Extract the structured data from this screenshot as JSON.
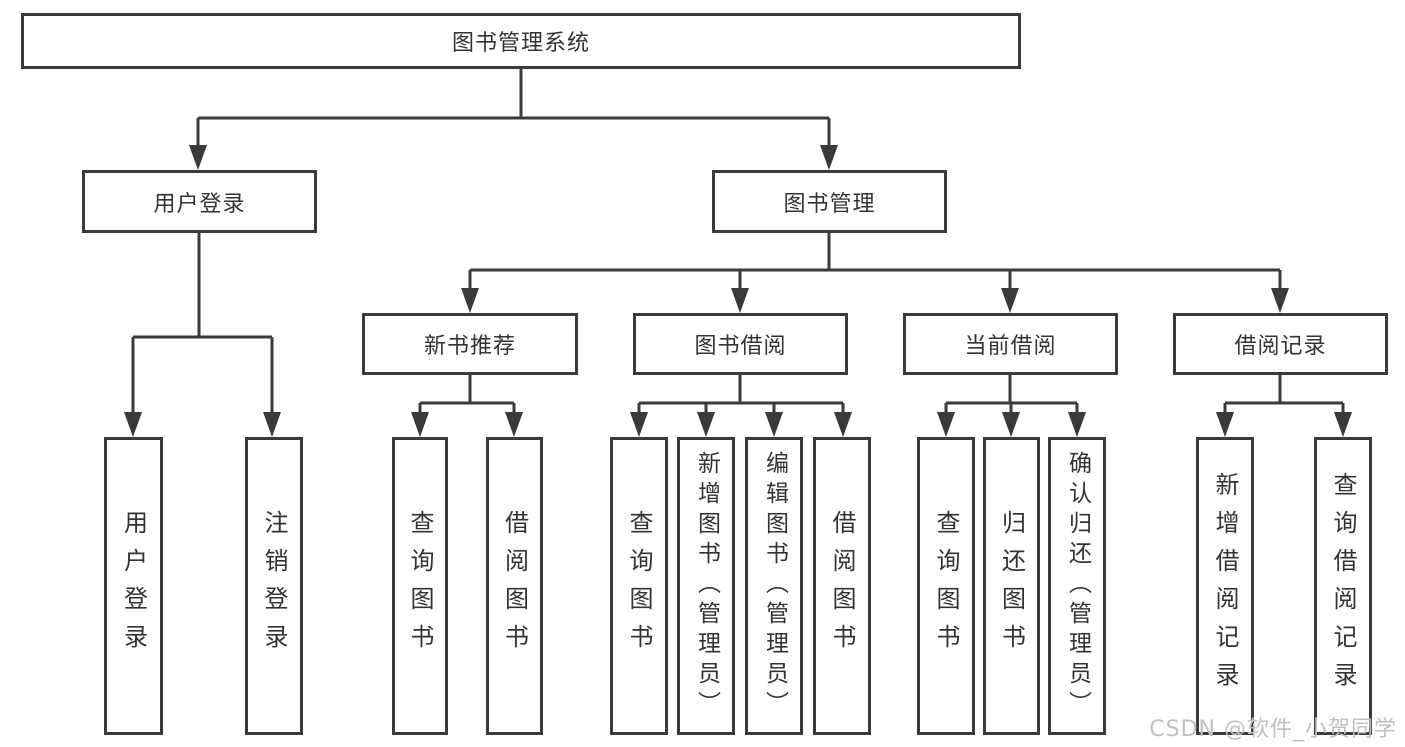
{
  "colors": {
    "line": "#3a3a3a",
    "box_border": "#3a3a3a",
    "text": "#333333",
    "watermark": "#c0c0c0",
    "background": "#ffffff"
  },
  "watermark": {
    "text": "CSDN @软件_小贺同学"
  },
  "tree": {
    "root": {
      "label": "图书管理系统"
    },
    "branches": [
      {
        "label": "用户登录",
        "children": [
          {
            "label": "用户登录"
          },
          {
            "label": "注销登录"
          }
        ]
      },
      {
        "label": "图书管理",
        "children": [
          {
            "label": "新书推荐",
            "children": [
              {
                "label": "查询图书"
              },
              {
                "label": "借阅图书"
              }
            ]
          },
          {
            "label": "图书借阅",
            "children": [
              {
                "label": "查询图书"
              },
              {
                "label": "新增图书（管理员）"
              },
              {
                "label": "编辑图书（管理员）"
              },
              {
                "label": "借阅图书"
              }
            ]
          },
          {
            "label": "当前借阅",
            "children": [
              {
                "label": "查询图书"
              },
              {
                "label": "归还图书"
              },
              {
                "label": "确认归还（管理员）"
              }
            ]
          },
          {
            "label": "借阅记录",
            "children": [
              {
                "label": "新增借阅记录"
              },
              {
                "label": "查询借阅记录"
              }
            ]
          }
        ]
      }
    ]
  }
}
